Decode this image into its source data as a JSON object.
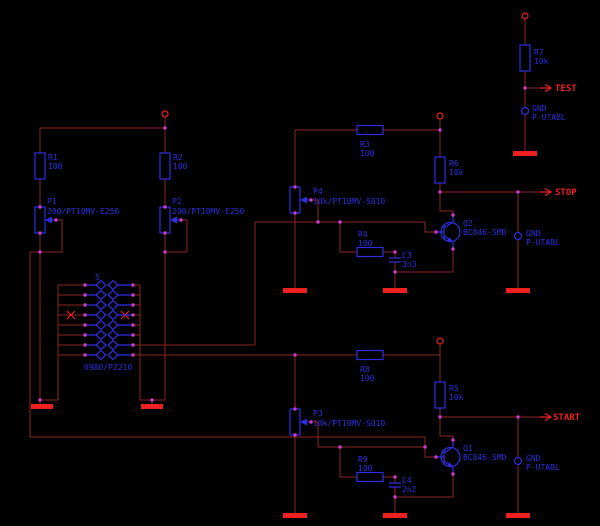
{
  "colors": {
    "background": "#000000",
    "net_wire": "#8e2323",
    "symbol_blue": "#2e2ee0",
    "accent_red": "#ee2020",
    "junction_magenta": "#cc3ccc"
  },
  "signals": {
    "test": "TEST",
    "stop": "STOP",
    "start": "START"
  },
  "comp": {
    "r1": {
      "name": "R1",
      "value": "100"
    },
    "r2": {
      "name": "R2",
      "value": "100"
    },
    "r3": {
      "name": "R3",
      "value": "100"
    },
    "r4": {
      "name": "R4",
      "value": "100"
    },
    "r5": {
      "name": "R5",
      "value": "10k"
    },
    "r6": {
      "name": "R6",
      "value": "10k"
    },
    "r7": {
      "name": "R7",
      "value": "10k"
    },
    "r8": {
      "name": "R8",
      "value": "100"
    },
    "r9": {
      "name": "R9",
      "value": "100"
    },
    "p1": {
      "name": "P1",
      "value": "200/PT10MV-E250"
    },
    "p2": {
      "name": "P2",
      "value": "200/PT10MV-E250"
    },
    "p3": {
      "name": "P3",
      "value": "10k/PT10MV-S010"
    },
    "p4": {
      "name": "P4",
      "value": "10k/PT10MV-S010"
    },
    "q1": {
      "name": "Q1",
      "value": "BC846-SMD"
    },
    "q2": {
      "name": "Q2",
      "value": "BC846-SMD"
    },
    "c3": {
      "name": "C3",
      "value": "3n3"
    },
    "c4": {
      "name": "C4",
      "value": "2n2"
    },
    "s1": {
      "name": "S",
      "value": "0980/PZ210"
    },
    "pad1": {
      "name": "GND",
      "value": "P-UTABL"
    },
    "pad2": {
      "name": "GND",
      "value": "P-UTABL"
    },
    "pad3": {
      "name": "GND",
      "value": "P-UTABL"
    }
  }
}
